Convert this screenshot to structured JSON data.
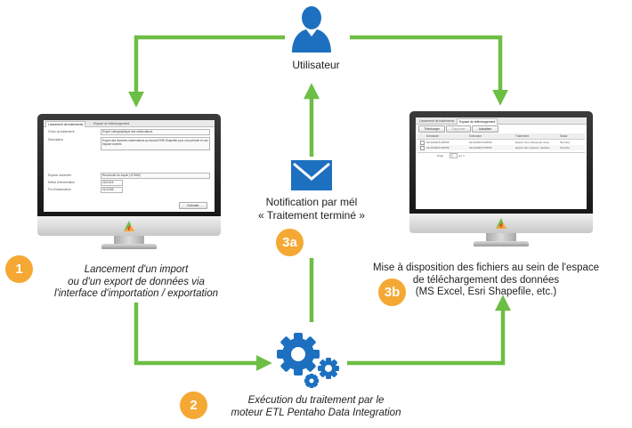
{
  "nodes": {
    "user": {
      "label": "Utilisateur"
    },
    "notification": {
      "line1": "Notification par mél",
      "line2": "« Traitement terminé »"
    },
    "step1": {
      "badge": "1",
      "line1": "Lancement d'un import",
      "line2": "ou d'un export de données via",
      "line3": "l'interface d'importation / exportation"
    },
    "step2": {
      "badge": "2",
      "line1": "Exécution du traitement par le",
      "line2": "moteur ETL Pentaho Data Integration"
    },
    "step3a": {
      "badge": "3a"
    },
    "step3b": {
      "badge": "3b",
      "line1": "Mise à disposition des fichiers au sein de l'espace",
      "line2": "de téléchargement des données",
      "line3": "(MS Excel, Esri Shapefile, etc.)"
    }
  },
  "left_screen": {
    "tabs": [
      "Lancement de traitements",
      "Espace de téléchargement"
    ],
    "fields": [
      {
        "label": "Choix du traitement",
        "value": "Export cartographique des observations"
      },
      {
        "label": "Description",
        "value": "Export des données observations au format ESRI Shapefile pour une période et une espace donnés"
      },
      {
        "label": "Espèce observée",
        "value": "Renoncule du Japon (117665)"
      },
      {
        "label": "Début d'observation",
        "value": "01/01/15"
      },
      {
        "label": "Fin d'observation",
        "value": "01/12/08"
      }
    ],
    "execute_button": "Exécuter"
  },
  "right_screen": {
    "tabs": [
      "Lancement de traitements",
      "Espace de téléchargement"
    ],
    "toolbar": {
      "download": "Télécharger",
      "delete": "Supprimer",
      "refresh": "Actualiser"
    },
    "columns": [
      "Demande",
      "Exécution",
      "Traitement",
      "Statut"
    ],
    "rows": [
      {
        "demande": "01/12/2015 09H36",
        "execution": "01/12/2015 09H36",
        "traitement": "Export d'un référentiel local",
        "statut": "Terminé"
      },
      {
        "demande": "01/12/2015 09H36",
        "execution": "01/12/2015 09H36",
        "traitement": "Export des stations, familles",
        "statut": "Terminé"
      }
    ],
    "pager": {
      "page_label": "Page",
      "page_value": "1",
      "page_total": "sur 1"
    }
  },
  "colors": {
    "arrow": "#6cbe45",
    "badge": "#f5a833",
    "icon_blue": "#1d70c0"
  }
}
